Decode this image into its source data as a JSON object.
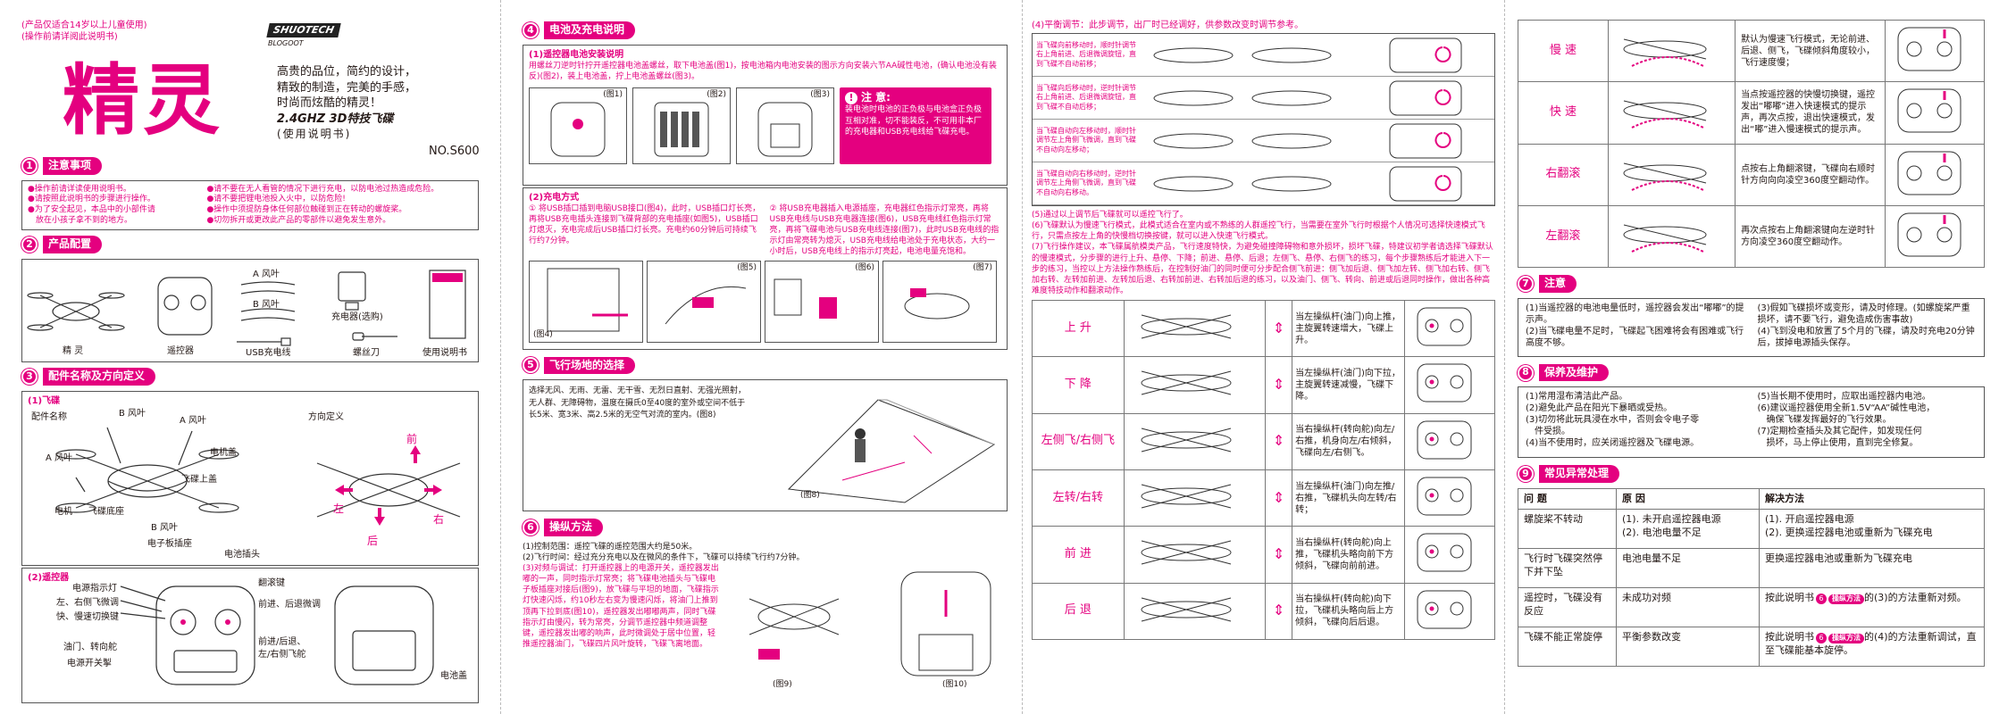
{
  "p1": {
    "age_note": "(产品仅适合14岁以上儿童使用)",
    "read_note": "(操作前请详阅此说明书)",
    "brand": "SHUOTECH",
    "brand_sub": "BLOGOOT",
    "title": "精灵",
    "slogan1": "高贵的品位，简约的设计，",
    "slogan2": "精致的制造，完美的手感，",
    "slogan3": "时尚而炫酷的精灵！",
    "tech": "2.4GHZ 3D特技飞碟",
    "manual": "(使用说明书)",
    "model": "NO.S600",
    "s1_num": "1",
    "s1_title": "注意事项",
    "notes_left": [
      "●操作前请详读使用说明书。",
      "●请按照此说明书的步骤进行操作。",
      "●为了安全起见，本品中的小部件请",
      "　放在小孩子拿不到的地方。"
    ],
    "notes_right": [
      "●请不要在无人看管的情况下进行充电，以防电池过热造成危险。",
      "●请不要把锂电池投入火中，以防危险!",
      "●操作中须提防身体任何部位触碰到正在转动的螺旋桨。",
      "●切勿拆开或更改此产品的零部件以避免发生意外。"
    ],
    "s2_num": "2",
    "s2_title": "产品配置",
    "config": {
      "ufo": "精 灵",
      "remote": "遥控器",
      "a_blade": "A 风叶",
      "b_blade": "B 风叶",
      "usb": "USB充电线",
      "charger": "充电器(选购)",
      "screwdriver": "螺丝刀",
      "manual": "使用说明书"
    },
    "s3_num": "3",
    "s3_title": "配件名称及方向定义",
    "ufo_sub": "(1)飞碟",
    "parts_title": "配件名称",
    "direction_title": "方向定义",
    "parts": {
      "b1": "B 风叶",
      "a1": "A 风叶",
      "a2": "A 风叶",
      "motor_cover": "电机盖",
      "upper": "飞碟上盖",
      "motor": "电机",
      "bottom": "飞碟底座",
      "b2": "B 风叶",
      "board": "电子板插座",
      "battery": "电池插头"
    },
    "dirs": {
      "front": "前",
      "left": "左",
      "right": "右",
      "back": "后"
    },
    "remote_sub": "(2)遥控器",
    "remote_parts": {
      "power_led": "电源指示灯",
      "trim_lr": "左、右侧飞微调",
      "speed": "快、慢速切换键",
      "throttle": "油门、转向舵",
      "power_sw": "电源开关掣",
      "flip": "翻滚键",
      "trim_fb": "前进、后退微调",
      "dir_stick": "前进/后退、",
      "dir_stick2": "左/右侧飞舵",
      "battery_cover": "电池盖"
    }
  },
  "p2": {
    "s4_num": "4",
    "s4_title": "电池及充电说明",
    "batt_sub": "(1)遥控器电池安装说明",
    "batt_text": "用螺丝刀逆时针拧开遥控器电池盖螺丝，取下电池盖(图1)，按电池箱内电池安装的图示方向安装六节AA碱性电池，(确认电池没有装反)(图2)，装上电池盖，拧上电池盖螺丝(图3)。",
    "fig1": "(图1)",
    "fig2": "(图2)",
    "fig3": "(图3)",
    "warn_title": "注 意:",
    "warn_text": "装电池时电池的正负极与电池盒正负极互相对准，切不能装反，不可用非本厂的充电器和USB充电线给飞碟充电。",
    "charge_sub": "(2)充电方式",
    "charge1": "① 将USB插口插到电脑USB接口(图4)，此时，USB插口灯长亮，再将USB充电插头连接到飞碟背部的充电插座(如图5)，USB插口灯熄灭，充电完成后USB插口灯长亮。充电约60分钟后可持续飞行约7分钟。",
    "charge2": "② 将USB充电器插入电源插座，充电器红色指示灯常亮，再将USB充电线与USB充电器连接(图6)，USB充电线红色指示灯常亮，再将飞碟电池与USB充电线连接(图7)，此时USB充电线的指示灯由常亮转为熄灭，USB充电线给电池处于充电状态，大约一小时后，USB充电线上的指示灯亮起，电池电量充饱和。",
    "fig4": "(图4)",
    "fig5": "(图5)",
    "fig6": "(图6)",
    "fig7": "(图7)",
    "s5_num": "5",
    "s5_title": "飞行场地的选择",
    "field_text": "选择无风、无雨、无雷、无干雪、无烈日直射、无强光照射，无人群、无障碍物，温度在摄氏0至40度的室外或空间不低于长5米、宽3米、高2.5米的无空气对流的室内。(图8)",
    "fig8": "(图8)",
    "s6_num": "6",
    "s6_title": "操纵方法",
    "op1": "(1)控制范围：遥控飞碟的遥控范围大约是50米。",
    "op2": "(2)飞行时间：经过充分充电以及在微风的条件下，飞碟可以持续飞行约7分钟。",
    "op3": "(3)对频与调试：打开遥控器上的电源开关，遥控器发出嘟的一声，同时指示灯常亮；将飞碟电池插头与飞碟电子板插座对接后(图9)，放飞碟与平坦的地面，飞碟指示灯快速闪烁，约10秒左右变为慢速闪烁，将油门上推到顶再下拉到底(图10)，遥控器发出嘟嘟两声，同时飞碟指示灯由慢闪，转为常亮，分调节遥控器中频道调整键，遥控器发出嘟的响声，此时微调处于居中位置，轻推遥控器油门，飞碟四片风叶旋转，飞碟飞离地面。",
    "fig9": "(图9)",
    "fig10": "(图10)"
  },
  "p3": {
    "header": "(4)平衡调节：此步调节，出厂时已经调好，供参数改变时调节参考。",
    "trims": [
      "当飞碟向前移动时，顺时针调节右上角前进、后退微调旋钮，直到飞碟不自动前移；",
      "当飞碟向后移动时，逆时针调节右上角前进、后退微调旋钮，直到飞碟不自动后移；",
      "当飞碟自动向左移动时，顺时针调节左上角侧飞微调，直到飞碟不自动向左移动；",
      "当飞碟自动向右移动时，逆时针调节左上角侧飞微调，直到飞碟不自动向右移动。"
    ],
    "note5": "(5)通过以上调节后飞碟就可以遥控飞行了。",
    "note6": "(6)飞碟默认为慢速飞行模式，此模式适合在室内或不熟练的人群遥控飞行，当需要在室外飞行时根据个人情况可选择快速模式飞行，只需点按左上角的快慢档切换按键，就可以进入快速飞行模式。",
    "note7": "(7)飞行操作建议，本飞碟属航模类产品，飞行速度特快，为避免碰撞障碍物和意外损坏，损坏飞碟，特建议初学者请选择飞碟默认的慢速模式，分步骤的进行上升、悬停、下降；前进、悬停、后退；左侧飞、悬停、右侧飞的练习，每个步骤熟练后才能进入下一步的练习，当控以上方法操作熟练后，在控制好油门的同时便可分步配合侧飞前进：侧飞加后退、侧飞加左转、侧飞加右转、侧飞加右转、左转加前进、左转加后退、右转加前进、右转加后退的练习，以及油门、侧飞、转向、前进或后退同时操作，做出各种高难度特技动作和翻滚动作。",
    "ctl": [
      {
        "label": "上 升",
        "desc": "当左操纵杆(油门)向上推，主旋翼转速增大，飞碟上升。"
      },
      {
        "label": "下 降",
        "desc": "当左操纵杆(油门)向下拉，主旋翼转速减慢，飞碟下降。"
      },
      {
        "label": "左侧飞/右侧飞",
        "desc": "当右操纵杆(转向舵)向左/右推，机身向左/右倾斜，飞碟向左/右侧飞。"
      },
      {
        "label": "左转/右转",
        "desc": "当左操纵杆(油门)向左推/右推，飞碟机头向左转/右转；"
      },
      {
        "label": "前 进",
        "desc": "当右操纵杆(转向舵)向上推，飞碟机头略向前下方倾斜，飞碟向前前进。"
      },
      {
        "label": "后 退",
        "desc": "当右操纵杆(转向舵)向下拉，飞碟机头略向后上方倾斜，飞碟向后后退。"
      }
    ]
  },
  "p4": {
    "modes": [
      {
        "label": "慢 速",
        "desc": "默认为慢速飞行模式，无论前进、后退、侧飞，飞碟倾斜角度较小，飞行速度慢；"
      },
      {
        "label": "快 速",
        "desc": "当点按遥控器的快慢切换键，遥控发出“嘟嘟”进入快速模式的提示声，再次点按，退出快速模式，发出“嘟”进入慢速模式的提示声。"
      },
      {
        "label": "右翻滚",
        "desc": "点按右上角翻滚键，飞碟向右顺时针方向向向凌空360度空翻动作。"
      },
      {
        "label": "左翻滚",
        "desc": "再次点按右上角翻滚键向左逆时针方向凌空360度空翻动作。"
      }
    ],
    "s7_num": "7",
    "s7_title": "注意",
    "n7": [
      "(1)当遥控器的电池电量低时，遥控器会发出“嘟嘟”的提示声。",
      "(2)当飞碟电量不足时，飞碟起飞困难将会有困难或飞行高度不够。",
      "(3)假如飞碟损坏或变形，请及时修理。(如螺旋桨严重损坏，请不要飞行，避免造成伤害事故)",
      "(4)飞到没电和放置了5个月的飞碟，请及时充电20分钟后，拔掉电源插头保存。"
    ],
    "s8_num": "8",
    "s8_title": "保养及维护",
    "n8l": [
      "(1)常用湿布清洁此产品。",
      "(2)避免此产品在阳光下暴晒或受热。",
      "(3)切勿将此玩具浸在水中，否则会令电子零",
      "　件受损。",
      "(4)当不使用时，应关闭遥控器及飞碟电源。"
    ],
    "n8r": [
      "(5)当长期不使用时，应取出遥控器内电池。",
      "(6)建议遥控器使用全新1.5V“AA”碱性电池，",
      "　确保飞碟发挥最好的飞行效果。",
      "(7)定期检查插头及其它配件，如发现任何",
      "　损坏，马上停止使用，直到完全修复。"
    ],
    "s9_num": "9",
    "s9_title": "常见异常处理",
    "th": [
      "问 题",
      "原 因",
      "解决方法"
    ],
    "rows": [
      {
        "q": "螺旋桨不转动",
        "r": "(1). 未开启遥控器电源\n(2). 电池电量不足",
        "s": "(1). 开启遥控器电源\n(2). 更换遥控器电池或重新为飞碟充电"
      },
      {
        "q": "飞行时飞碟突然停下并下坠",
        "r": "电池电量不足",
        "s": "更换遥控器电池或重新为飞碟充电"
      },
      {
        "q": "遥控时，飞碟没有反应",
        "r": "未成功对频",
        "s_pre": "按此说明书",
        "s_num": "6",
        "s_badge": "操纵方法",
        "s_post": "的(3)的方法重新对频。"
      },
      {
        "q": "飞碟不能正常旋停",
        "r": "平衡参数改变",
        "s_pre": "按此说明书",
        "s_num": "6",
        "s_badge": "操纵方法",
        "s_post": "的(4)的方法重新调试，直至飞碟能基本旋停。"
      }
    ]
  }
}
